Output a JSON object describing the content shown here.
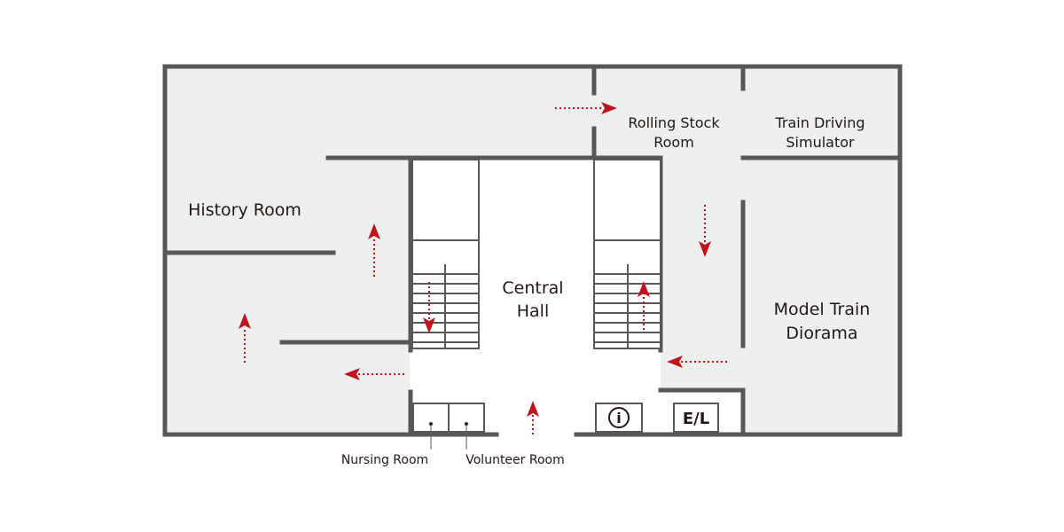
{
  "rooms": {
    "history": "History Room",
    "rolling_stock": [
      "Rolling Stock",
      "Room"
    ],
    "train_driving": [
      "Train Driving",
      "Simulator"
    ],
    "central_hall": [
      "Central",
      "Hall"
    ],
    "model_train": [
      "Model Train",
      "Diorama"
    ]
  },
  "callouts": {
    "nursing": "Nursing Room",
    "volunteer": "Volunteer Room"
  },
  "icons": {
    "info": "i",
    "elevator": "E/L"
  },
  "colors": {
    "wall": "#58585a",
    "floor": "#eeefef",
    "arrow": "#c0141c",
    "text": "#231815"
  }
}
